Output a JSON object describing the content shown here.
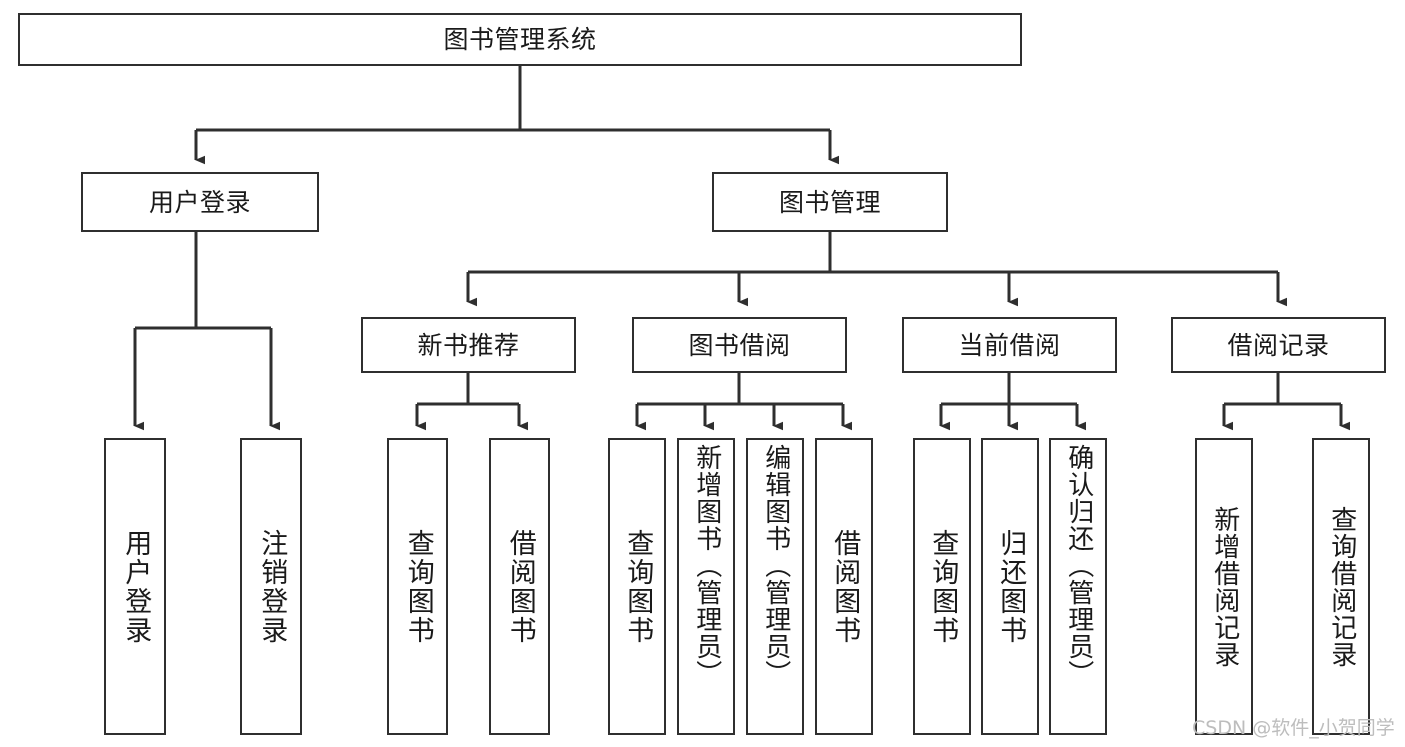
{
  "diagram": {
    "kind": "function-structure-tree",
    "title": "图书管理系统",
    "watermark": "CSDN @软件_小贺同学",
    "colors": {
      "stroke": "#2f2f2f",
      "box_fill": "#ffffff",
      "text": "#1a1a1a",
      "background": "#ffffff",
      "watermark": "#bdbdbd"
    },
    "nodes": {
      "root": {
        "label": "图书管理系统",
        "orientation": "horizontal",
        "level": 0
      },
      "user_login": {
        "label": "用户登录",
        "orientation": "horizontal",
        "level": 1
      },
      "book_mgmt": {
        "label": "图书管理",
        "orientation": "horizontal",
        "level": 1
      },
      "new_book_rec": {
        "label": "新书推荐",
        "orientation": "horizontal",
        "level": 2
      },
      "book_borrow": {
        "label": "图书借阅",
        "orientation": "horizontal",
        "level": 2
      },
      "current_borrow": {
        "label": "当前借阅",
        "orientation": "horizontal",
        "level": 2
      },
      "borrow_record": {
        "label": "借阅记录",
        "orientation": "horizontal",
        "level": 2
      },
      "leaf_user_login": {
        "label": "用户登录",
        "orientation": "vertical",
        "level": 2,
        "parent": "user_login"
      },
      "leaf_logout": {
        "label": "注销登录",
        "orientation": "vertical",
        "level": 2,
        "parent": "user_login"
      },
      "leaf_rec_query_book": {
        "label": "查询图书",
        "orientation": "vertical",
        "level": 3,
        "parent": "new_book_rec"
      },
      "leaf_rec_borrow_book": {
        "label": "借阅图书",
        "orientation": "vertical",
        "level": 3,
        "parent": "new_book_rec"
      },
      "leaf_bb_query_book": {
        "label": "查询图书",
        "orientation": "vertical",
        "level": 3,
        "parent": "book_borrow"
      },
      "leaf_bb_add_book": {
        "label": "新增图书（管理员）",
        "orientation": "vertical",
        "level": 3,
        "parent": "book_borrow"
      },
      "leaf_bb_edit_book": {
        "label": "编辑图书（管理员）",
        "orientation": "vertical",
        "level": 3,
        "parent": "book_borrow"
      },
      "leaf_bb_borrow_book": {
        "label": "借阅图书",
        "orientation": "vertical",
        "level": 3,
        "parent": "book_borrow"
      },
      "leaf_cb_query_book": {
        "label": "查询图书",
        "orientation": "vertical",
        "level": 3,
        "parent": "current_borrow"
      },
      "leaf_cb_return_book": {
        "label": "归还图书",
        "orientation": "vertical",
        "level": 3,
        "parent": "current_borrow"
      },
      "leaf_cb_confirm_return": {
        "label": "确认归还（管理员）",
        "orientation": "vertical",
        "level": 3,
        "parent": "current_borrow"
      },
      "leaf_br_add_record": {
        "label": "新增借阅记录",
        "orientation": "vertical",
        "level": 3,
        "parent": "borrow_record"
      },
      "leaf_br_query_record": {
        "label": "查询借阅记录",
        "orientation": "vertical",
        "level": 3,
        "parent": "borrow_record"
      }
    },
    "edges": [
      {
        "from": "root",
        "to": "user_login"
      },
      {
        "from": "root",
        "to": "book_mgmt"
      },
      {
        "from": "user_login",
        "to": "leaf_user_login"
      },
      {
        "from": "user_login",
        "to": "leaf_logout"
      },
      {
        "from": "book_mgmt",
        "to": "new_book_rec"
      },
      {
        "from": "book_mgmt",
        "to": "book_borrow"
      },
      {
        "from": "book_mgmt",
        "to": "current_borrow"
      },
      {
        "from": "book_mgmt",
        "to": "borrow_record"
      },
      {
        "from": "new_book_rec",
        "to": "leaf_rec_query_book"
      },
      {
        "from": "new_book_rec",
        "to": "leaf_rec_borrow_book"
      },
      {
        "from": "book_borrow",
        "to": "leaf_bb_query_book"
      },
      {
        "from": "book_borrow",
        "to": "leaf_bb_add_book"
      },
      {
        "from": "book_borrow",
        "to": "leaf_bb_edit_book"
      },
      {
        "from": "book_borrow",
        "to": "leaf_bb_borrow_book"
      },
      {
        "from": "current_borrow",
        "to": "leaf_cb_query_book"
      },
      {
        "from": "current_borrow",
        "to": "leaf_cb_return_book"
      },
      {
        "from": "current_borrow",
        "to": "leaf_cb_confirm_return"
      },
      {
        "from": "borrow_record",
        "to": "leaf_br_add_record"
      },
      {
        "from": "borrow_record",
        "to": "leaf_br_query_record"
      }
    ]
  }
}
